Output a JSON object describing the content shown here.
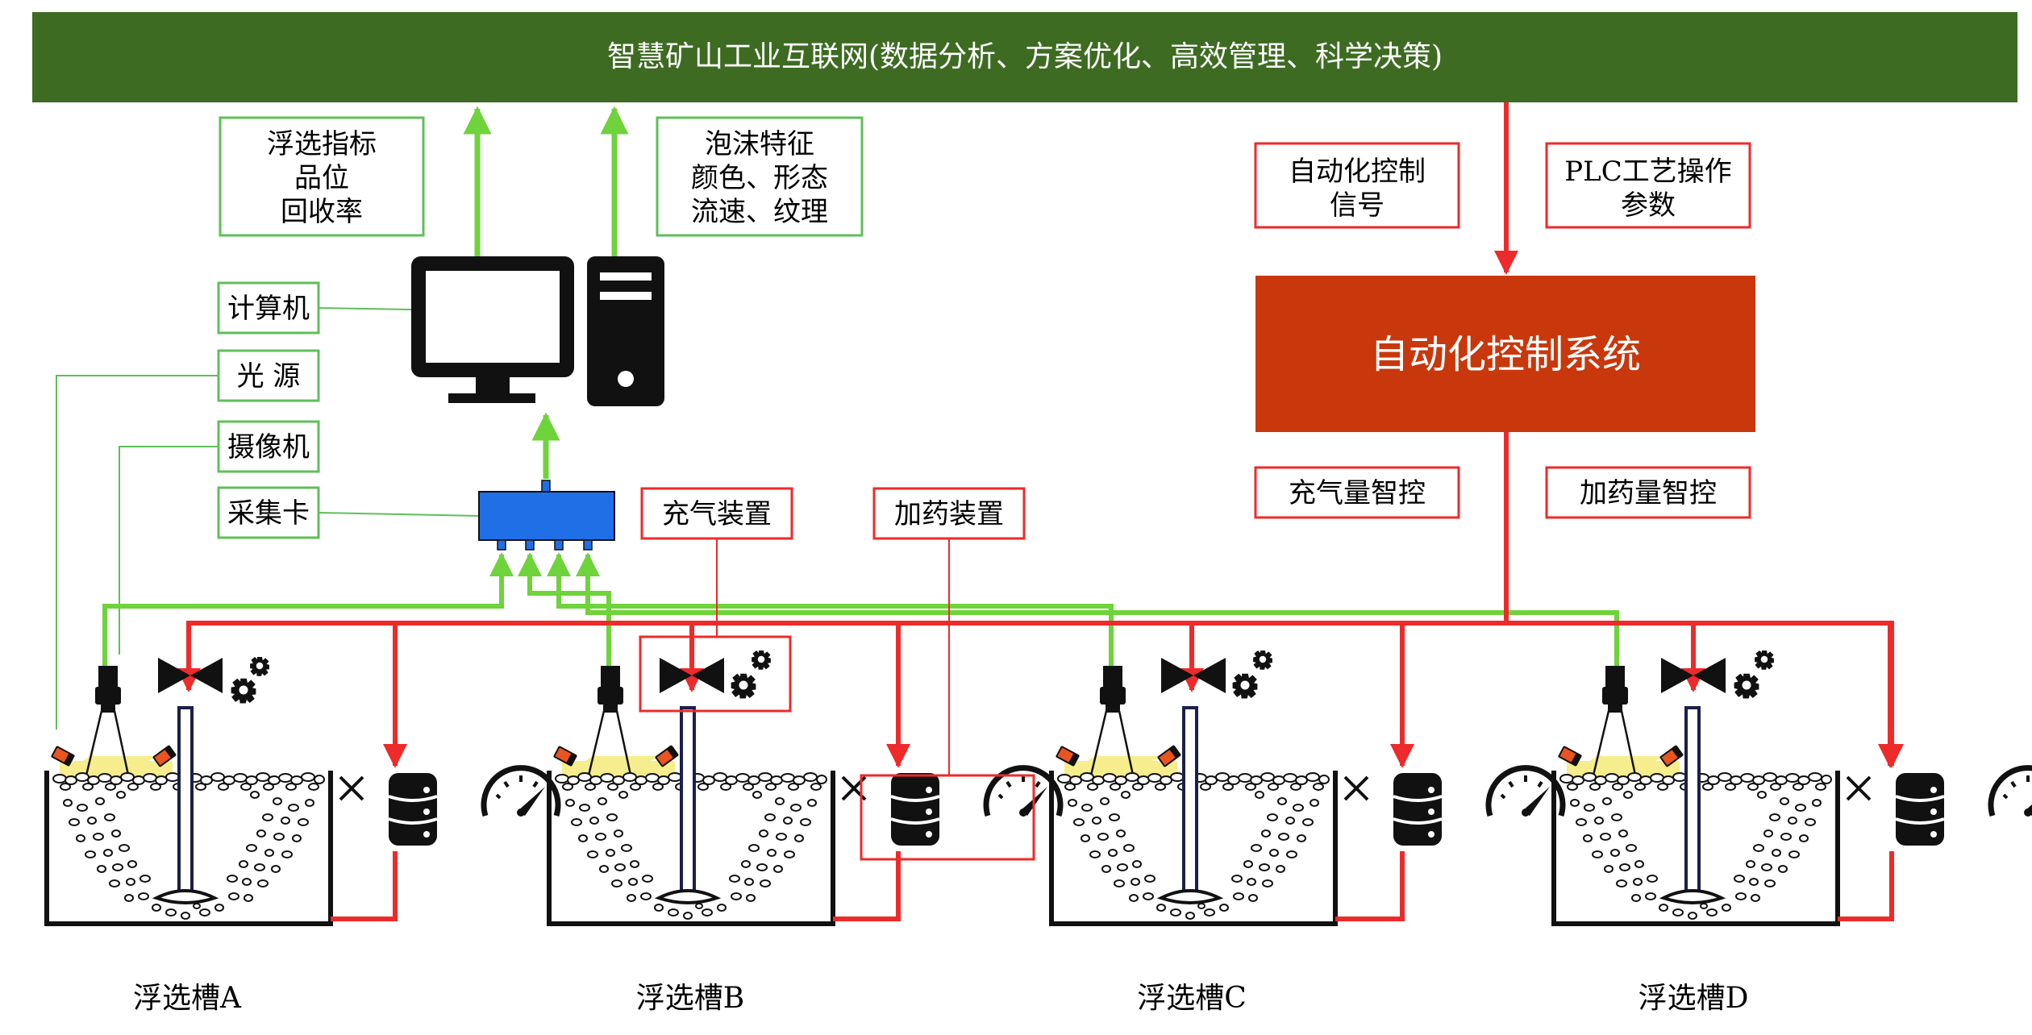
{
  "header": {
    "title": "智慧矿山工业互联网(数据分析、方案优化、高效管理、科学决策)"
  },
  "flotation_index": {
    "lines": [
      "浮选指标",
      "品位",
      "回收率"
    ]
  },
  "froth_features": {
    "lines": [
      "泡沫特征",
      "颜色、形态",
      "流速、纹理"
    ]
  },
  "components": {
    "computer": "计算机",
    "light_source": "光 源",
    "camera": "摄像机",
    "capture_card": "采集卡"
  },
  "devices": {
    "aeration": "充气装置",
    "dosing": "加药装置"
  },
  "control": {
    "signal": {
      "lines": [
        "自动化控制",
        "信号"
      ]
    },
    "plc": {
      "lines": [
        "PLC工艺操作",
        "参数"
      ]
    },
    "system": "自动化控制系统",
    "air_control": "充气量智控",
    "dose_control": "加药量智控"
  },
  "tanks": [
    {
      "label": "浮选槽A"
    },
    {
      "label": "浮选槽B"
    },
    {
      "label": "浮选槽C"
    },
    {
      "label": "浮选槽D"
    }
  ],
  "colors": {
    "header_bg": "#3d6b22",
    "green_line": "#6fd33b",
    "red_line": "#ee2a2a",
    "control_box": "#c8380c",
    "capture_card": "#1f6fe6",
    "light_beam": "#f6ee8c"
  }
}
